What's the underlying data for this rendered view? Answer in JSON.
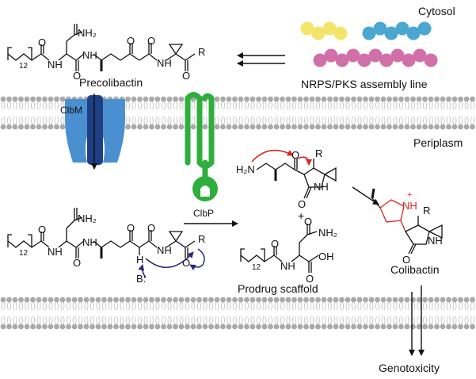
{
  "labels": {
    "cytosol": "Cytosol",
    "periplasm": "Periplasm",
    "precolibactin": "Precolibactin",
    "assembly_line": "NRPS/PKS assembly line",
    "clbm": "ClbM",
    "clbp": "ClbP",
    "prodrug": "Prodrug scaffold",
    "colibactin": "Colibactin",
    "genotoxicity": "Genotoxicity",
    "plus": "+"
  },
  "chem": {
    "nh2": "NH₂",
    "nh": "NH",
    "n": "N",
    "h": "H",
    "o": "O",
    "oh": "OH",
    "r": "R",
    "b": "B:",
    "nplus": "+",
    "nh_plus": "NH",
    "h2n": "H₂N",
    "sub12": "12"
  },
  "colors": {
    "membrane_head": "#a9a9a9",
    "clbm_light": "#4a90d0",
    "clbm_dark": "#1f3f85",
    "clbp": "#2eae3c",
    "yellow": "#f2e56a",
    "blue": "#4aa7cf",
    "pink": "#d170a8",
    "red_arrow": "#d9261c",
    "navy_arrow": "#2b2a7a",
    "colibactin_red": "#d9261c"
  }
}
